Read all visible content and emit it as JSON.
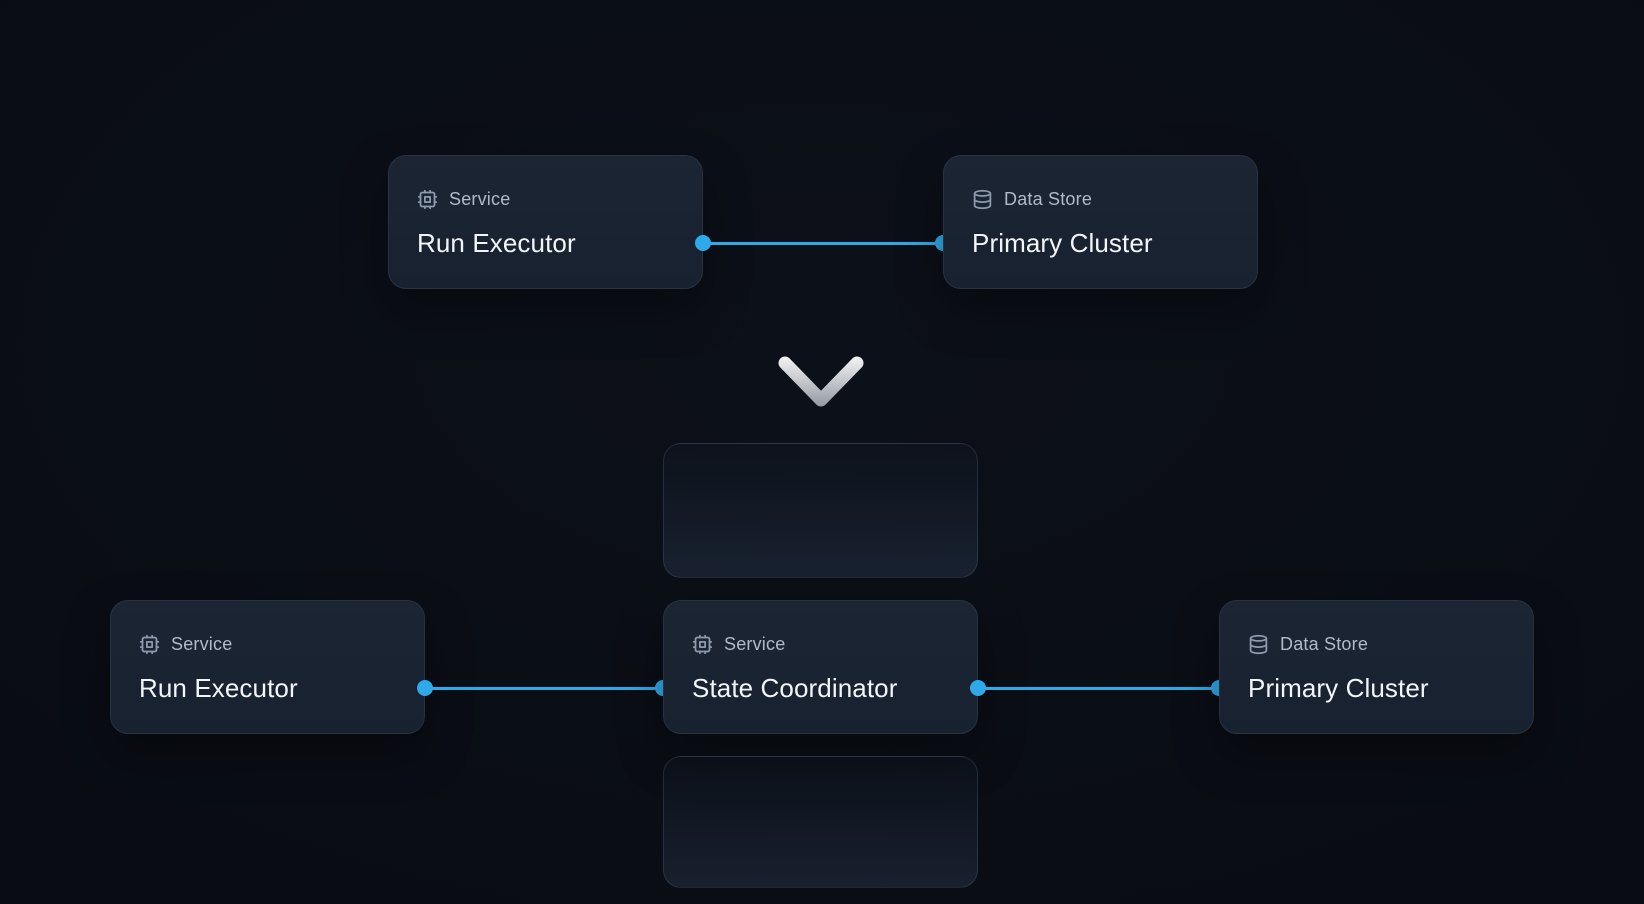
{
  "diagram": {
    "description": "Architecture diagram: a service-to-datastore link transforms into a chain with an inserted coordinator service",
    "before": {
      "nodes": [
        {
          "kind": "Service",
          "title": "Run Executor",
          "icon": "cpu-icon"
        },
        {
          "kind": "Data Store",
          "title": "Primary Cluster",
          "icon": "database-icon"
        }
      ]
    },
    "transition_icon": "chevron-down-icon",
    "after": {
      "nodes": [
        {
          "kind": "Service",
          "title": "Run Executor",
          "icon": "cpu-icon"
        },
        {
          "kind": "Service",
          "title": "State Coordinator",
          "icon": "cpu-icon"
        },
        {
          "kind": "Data Store",
          "title": "Primary Cluster",
          "icon": "database-icon"
        }
      ],
      "ghost_placeholders": 2
    },
    "colors": {
      "background": "#0a0e15",
      "card_background": "#1a2230",
      "card_border": "#283241",
      "connector_blue": "#2ea9e9",
      "kind_label": "#b0bac9",
      "title_text": "#f2f5f8",
      "icon_gray": "#8e9aad",
      "chevron_gradient_top": "#ffffff",
      "chevron_gradient_bottom": "#868c97"
    }
  }
}
